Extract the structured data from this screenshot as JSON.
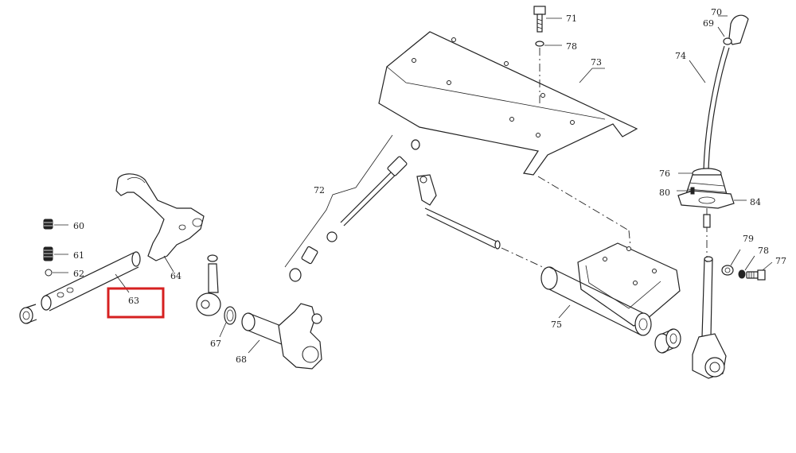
{
  "callouts": {
    "c60": "60",
    "c61": "61",
    "c62": "62",
    "c63": "63",
    "c64": "64",
    "c67": "67",
    "c68": "68",
    "c69": "69",
    "c70": "70",
    "c71": "71",
    "c72": "72",
    "c73": "73",
    "c74": "74",
    "c75": "75",
    "c76": "76",
    "c77": "77",
    "c78a": "78",
    "c78b": "78",
    "c79": "79",
    "c80": "80",
    "c84": "84"
  },
  "highlight": {
    "part": "63",
    "color": "#d62020"
  }
}
